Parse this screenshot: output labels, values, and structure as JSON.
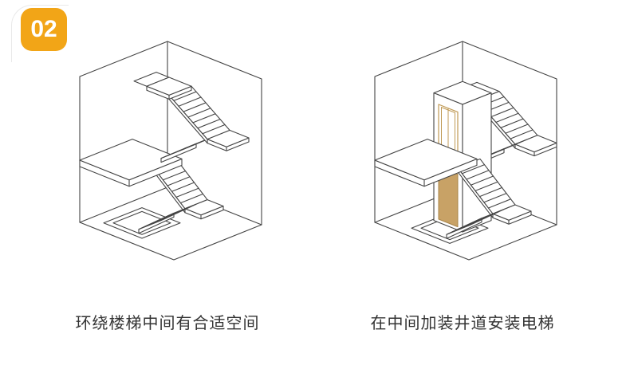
{
  "badge": {
    "number": "02"
  },
  "panels": [
    {
      "id": "staircase-room",
      "illustration": "isometric-room-with-winding-staircase-icon",
      "caption": "环绕楼梯中间有合适空间"
    },
    {
      "id": "elevator-room",
      "illustration": "isometric-room-with-elevator-shaft-icon",
      "caption": "在中间加装井道安装电梯"
    }
  ],
  "colors": {
    "badge_bg": "#F2A517",
    "line": "#444444",
    "elevator_door": "#C8A266"
  }
}
